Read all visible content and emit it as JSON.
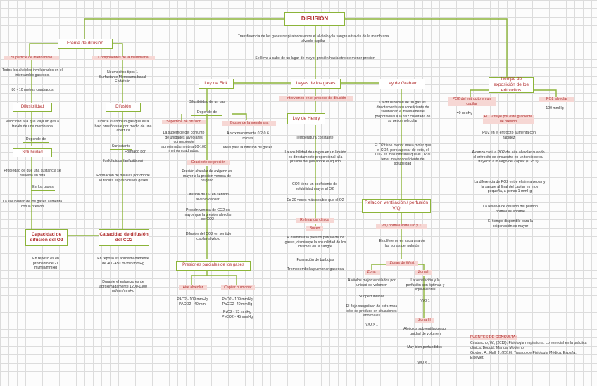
{
  "root": "DIFUSIÓN",
  "intro": [
    "Transferencia de los gases respiratorios entre el alvéolo y la sangre a través de la membrana alveolo-capilar",
    "Se lleva a cabo de un lugar de mayor presión hacia otro de menor presión"
  ],
  "frente": {
    "title": "Frente de difusión",
    "superficie": {
      "title": "Superficie de intercambio",
      "text1": "Todos los alvéolos involucrados en el intercambio gaseoso.",
      "text2": "80 - 10 metros cuadrados"
    },
    "componentes": {
      "title": "Componentes de la membrana",
      "text": "Neumocitos tipos 1 Surfactante Membrana basal Endotelio"
    },
    "difusibilidad": {
      "title": "Difusibilidad",
      "text": "Velocidad a la que viaja un gas a través de una membrana",
      "link": "Depende de"
    },
    "solubilidad": {
      "title": "Solubilidad",
      "text1": "Propiedad de que una sustancia se disuelva en otra",
      "link": "En los gases",
      "text2": "La solubilidad de los gases aumenta con la presión"
    },
    "difusion": {
      "title": "Difusión",
      "text1": "Ocurre cuando un gas que está bajo presión sale por medio de una abertura",
      "link1": "Surfactante",
      "link2": "Formado por",
      "text2": "fosfolípidos (anfipáticos)",
      "text3": "Formación de micelas por donde se facilita el paso de los gases"
    },
    "cap1": {
      "title": "Capacidad de difusión del O2",
      "text": "En reposo es en promedio de 21 ml/min/mmHg"
    },
    "cap2": {
      "title": "Capacidad de difusión del CO2",
      "text1": "En reposo es aproximadamente de 400-450 ml/min/mmHg",
      "text2": "Durante el esfuerzo es de aproximadamente 1200-1300 ml/min/mmHg"
    }
  },
  "leyes": {
    "title": "Leyes de los gases",
    "fick": {
      "title": "Ley de Fick",
      "text": "Difusibilidad de un gas",
      "depende": "Depende de",
      "sup_title": "Superficie de difusión",
      "sup_text": "La superficie del conjunto de unidades alveolares corresponde aproximadamente a 80-100 metros cuadrados.",
      "grosor_title": "Grosor de la membrana",
      "grosor_text1": "Aproximadamente 0.2-0.6 micras",
      "grosor_text2": "Ideal para la difusión de gases",
      "gradiente_title": "Gradiente de presión",
      "g1": "Presión alveolar de oxígeno es mayor a la presión venosa de oxígeno",
      "g2": "Difusión de O2 en sentido alveolo-capilar",
      "g3": "Presión venosa de CO2 es mayor que la presión alveolar de CO2",
      "g4": "Difusión del CO2 en sentido capilar-alvéolo",
      "parciales_title": "Presiones parciales de los gases",
      "aire_title": "Aire alveolar",
      "aire_text": "PAO2 - 109 mmHg PACO2 - 40 mm",
      "cap_title": "Capilar pulmonar",
      "cap_text1": "PaO2 - 109 mmHg PaCO2- 40 mmHg",
      "cap_text2": "PvO2 - 73 mmHg PvCO2 - 45 mmHg"
    },
    "henry": {
      "inter": "Intervienen en el proceso de difusión",
      "title": "Ley de Henry",
      "t1": "Temperatura constante",
      "t2": "La solubilidad de un gas en un líquido es directamente proporcional a la presión del gas sobre el líquido",
      "t3": "CO2 tiene un coeficiente de solubilidad mayor al O2",
      "t4": "Es 20 veces más soluble que el O2",
      "rel_title": "Relevancia clínica",
      "buceo": "Buceo",
      "t5": "Al disminuir la presión parcial de los gases, disminuye la solubilidad de los mismos en la sangre",
      "t6": "Formación de burbujas",
      "t7": "Tromboembolia pulmonar gaseosa"
    },
    "graham": {
      "title": "Ley de Graham",
      "t1": "La difusibilidad de un gas es directamente a su coeficiente de solubilidad e inversamente proporcional a la raíz cuadrada de su peso molecular",
      "t2": "El O2 tiene menor masa molar que el CO2, pero a pesar de esto, el CO2 es más difusible que el O2 al tener mayor coeficiente de solubilidad",
      "vq_title": "Relación ventilación / perfusión V/Q",
      "vq_normal": "V/Q normal entre 0.8 y 1",
      "vq_text": "Es diferente en cada una de las zonas del pulmón",
      "west": "Zonas de West",
      "z1_title": "Zona I",
      "z1_a": "Alvéolos mejor ventilados por unidad de volumen",
      "z1_b": "Subperfundidos",
      "z1_c": "El flujo sanguíneo de esta zona sólo se produce en situaciones anormales",
      "z1_d": "V/Q > 1",
      "z2_title": "Zona II",
      "z2_a": "La ventilación y la perfusión son óptimas y equivalentes",
      "z2_b": "V/Q 1",
      "z3_title": "Zona III",
      "z3_a": "Alvéolos subventilados por unidad de volumen",
      "z3_b": "Muy bien perfundidos",
      "z3_c": "V/Q < 1"
    }
  },
  "tiempo": {
    "title": "Tiempo de exposición de los eritrocitos",
    "po2_eri": "PO2 del eritrocito en un capilar",
    "po2_eri_val": "40 mmHg",
    "po2_alv": "PO2 alveolar",
    "po2_alv_val": "100 mmHg",
    "grad": "El O2 fluye por este gradiente de presión",
    "t1": "PO2 en el eritrocito aumenta con rapidez",
    "t2": "Alcanza casi la PO2 del aire alveolar cuando el eritrocito se encuentra en un tercio de su trayecto a lo largo del capilar (0.25 s)",
    "t3": "La diferencia de PO2 entre el aire alveolar y la sangre al final del capilar es muy pequeña, a penas 1 mmHg",
    "t4": "La reserva de difusión del pulmón normal es enorme",
    "t5": "El tiempo disponible para la oxigenación es mayor"
  },
  "fuentes": {
    "title": "FUENTES DE CONSULTA:",
    "r1": "Cristancho, W., (2012). Fisiología respiratoria. Lo esencial en la práctica clínica. Bogotá: Manual Moderno.",
    "r2": "Guyton, A., Hall, J. (2016). Tratado de Fisiología Médica. España: Elsevier."
  },
  "colors": {
    "accent": "#8cb43a",
    "text_red": "#b02c2c",
    "highlight": "#f6d7d4"
  }
}
